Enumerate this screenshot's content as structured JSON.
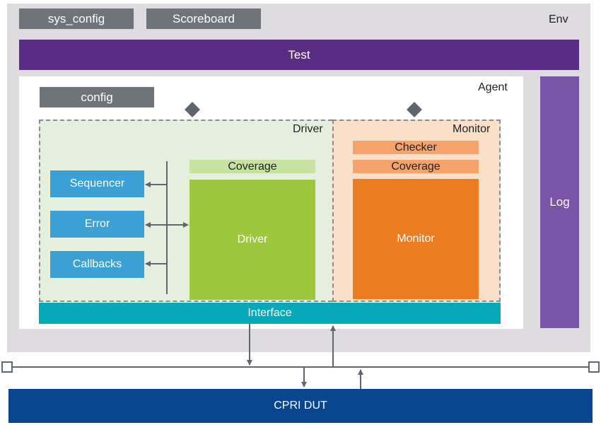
{
  "env": {
    "label": "Env",
    "sys_config": "sys_config",
    "scoreboard": "Scoreboard"
  },
  "test": {
    "label": "Test"
  },
  "agent": {
    "label": "Agent",
    "config": "config"
  },
  "log": {
    "label": "Log"
  },
  "driver_area": {
    "label": "Driver",
    "sequencer": "Sequencer",
    "error": "Error",
    "callbacks": "Callbacks",
    "coverage": "Coverage",
    "driver": "Driver"
  },
  "monitor_area": {
    "label": "Monitor",
    "checker": "Checker",
    "coverage": "Coverage",
    "monitor": "Monitor"
  },
  "interface": {
    "label": "Interface"
  },
  "dut": {
    "label": "CPRI DUT"
  },
  "colors": {
    "env": "#dedcdf",
    "test": "#5a2d84",
    "log": "#7a54a6",
    "driver_block": "#9dc83d",
    "monitor_block": "#ec7c22",
    "interface": "#05a9b8",
    "dut": "#0a4690",
    "blue_box": "#3ba0d4",
    "connector": "#5f6670"
  }
}
